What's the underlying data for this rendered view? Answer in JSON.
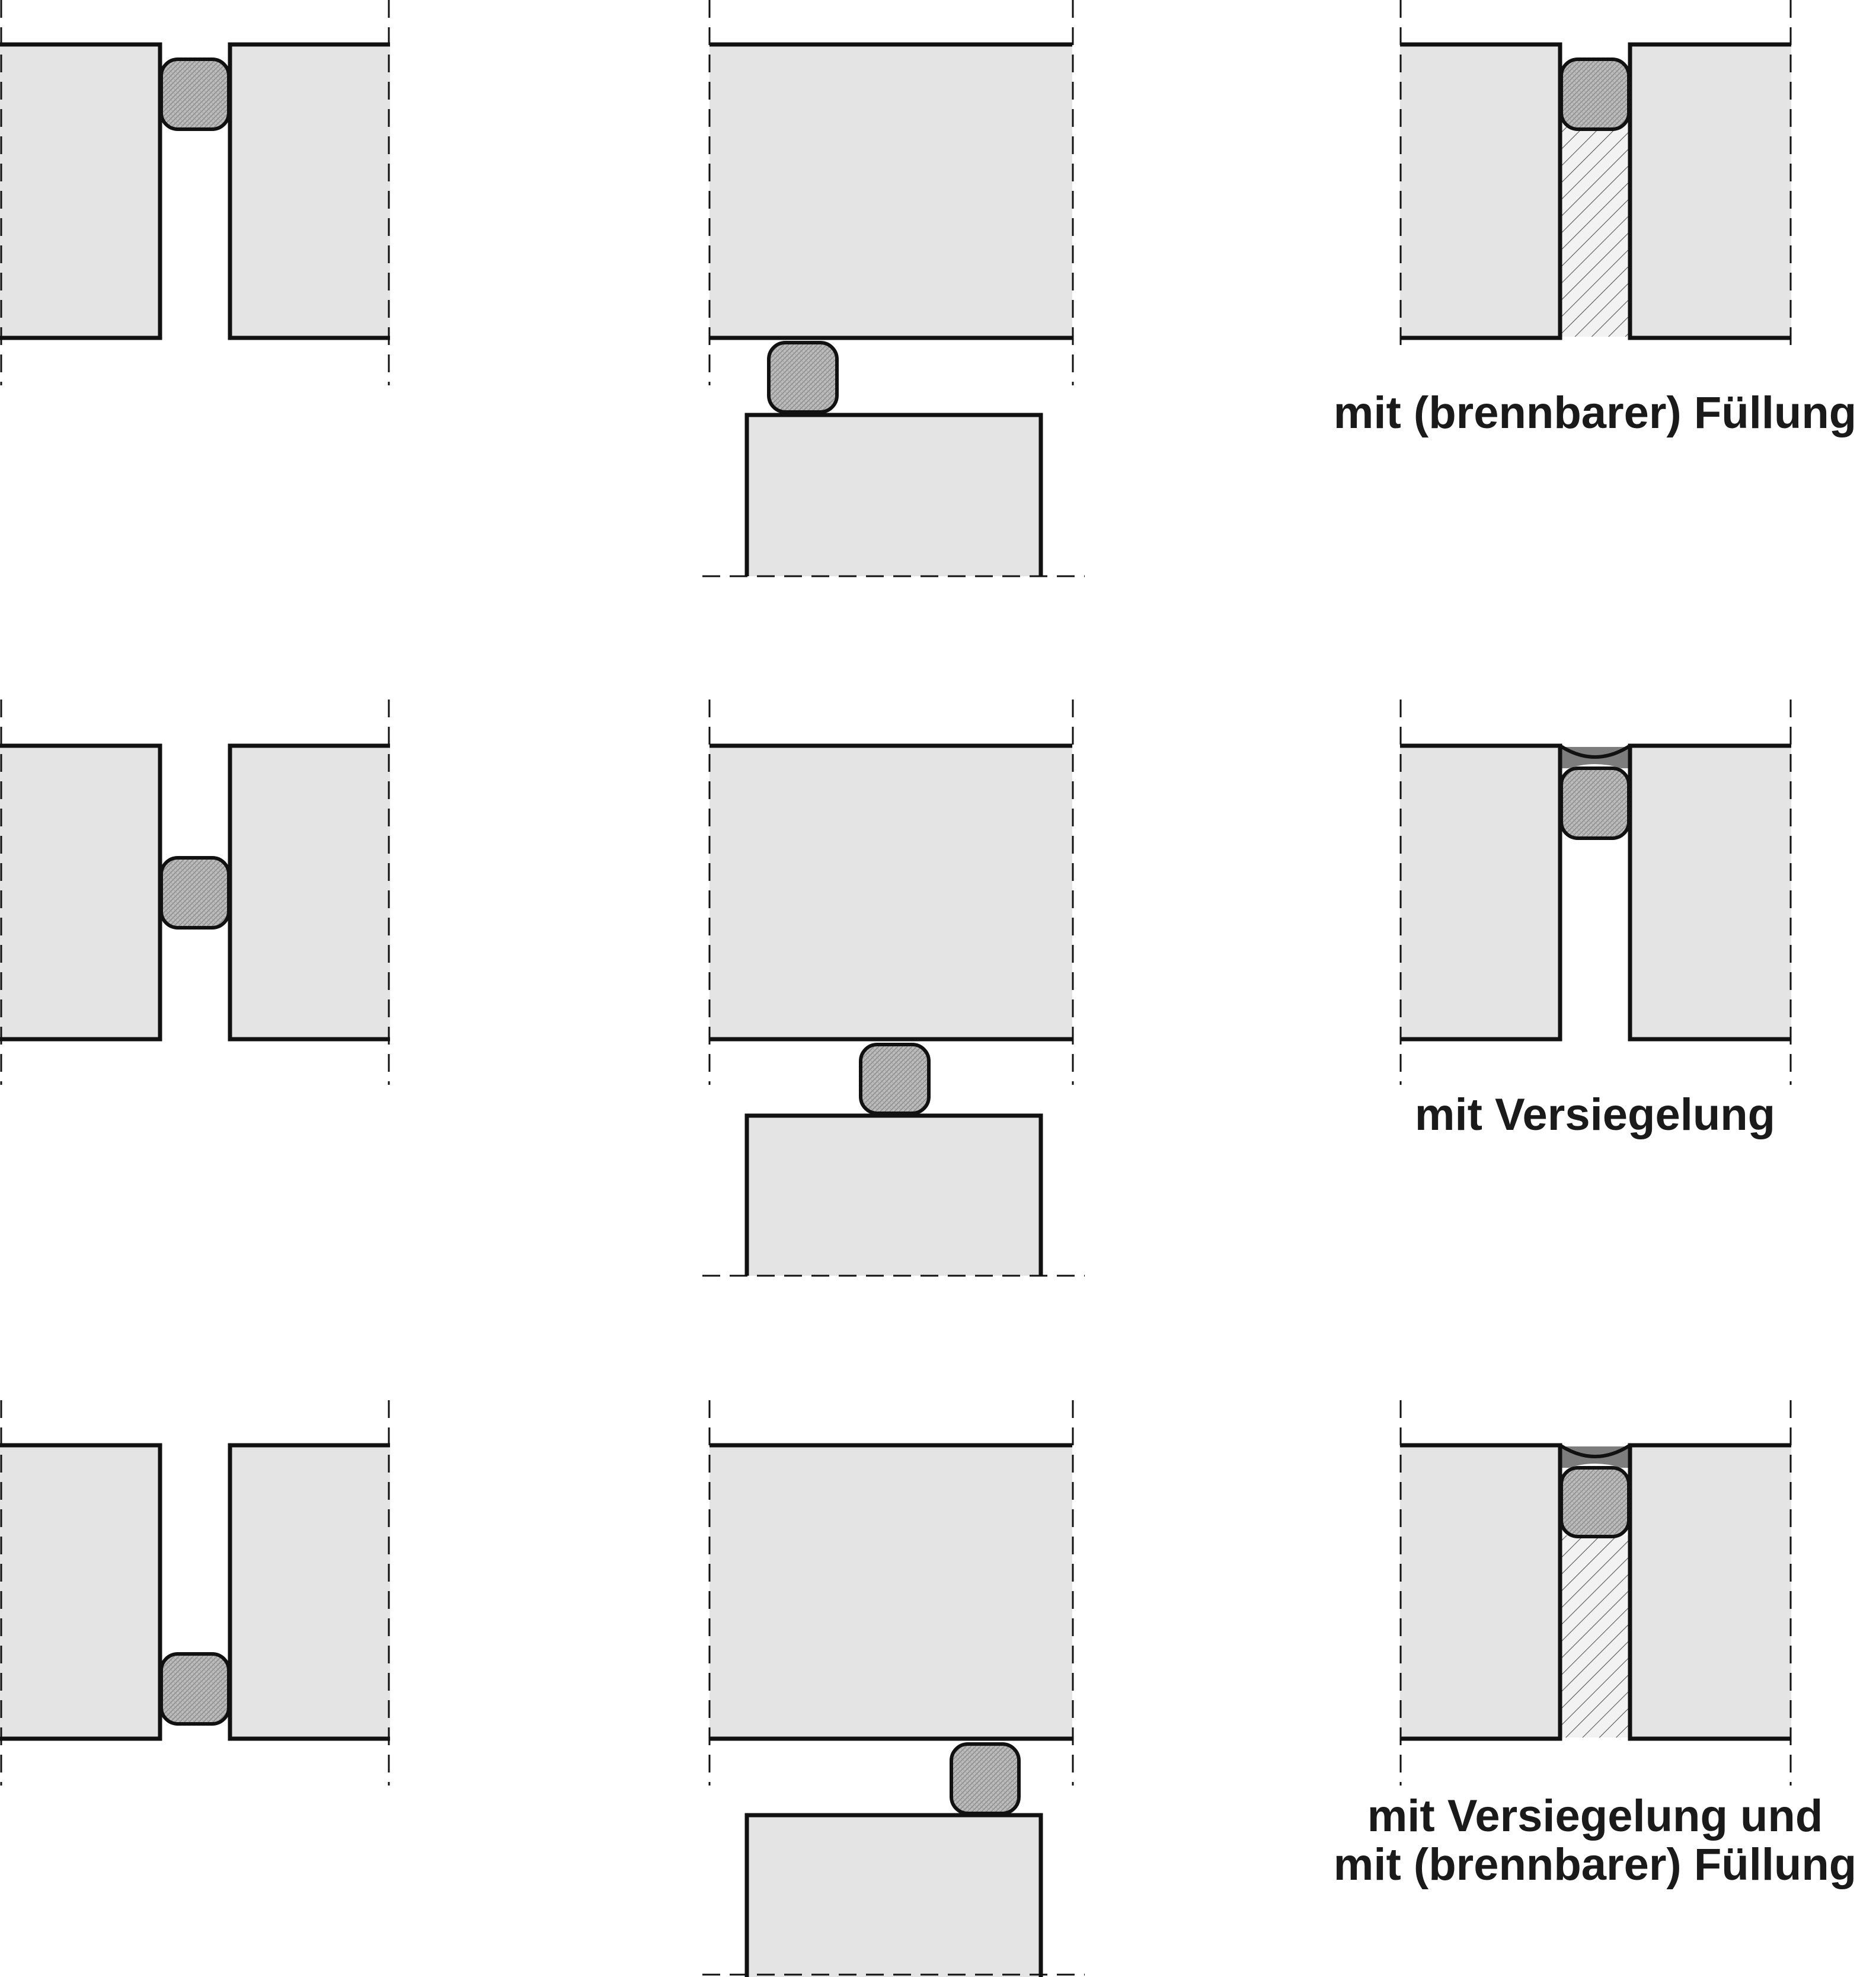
{
  "labels": {
    "fill": "mit (brennbarer) Füllung",
    "sealing": "mit Versiegelung",
    "sealing_and_fill_line1": "mit Versiegelung und",
    "sealing_and_fill_line2": "mit (brennbarer) Füllung"
  },
  "colors": {
    "block_fill": "#e4e4e4",
    "stroke": "#111111",
    "gasket_fill": "#bdbdbd",
    "seal_fill": "#7d7d7d",
    "hatch_line": "#555555"
  },
  "legend_icons": {
    "gasket": "rounded-square-gasket-icon",
    "filling": "diagonal-hatch-fill-icon",
    "sealant": "concave-sealant-icon"
  }
}
